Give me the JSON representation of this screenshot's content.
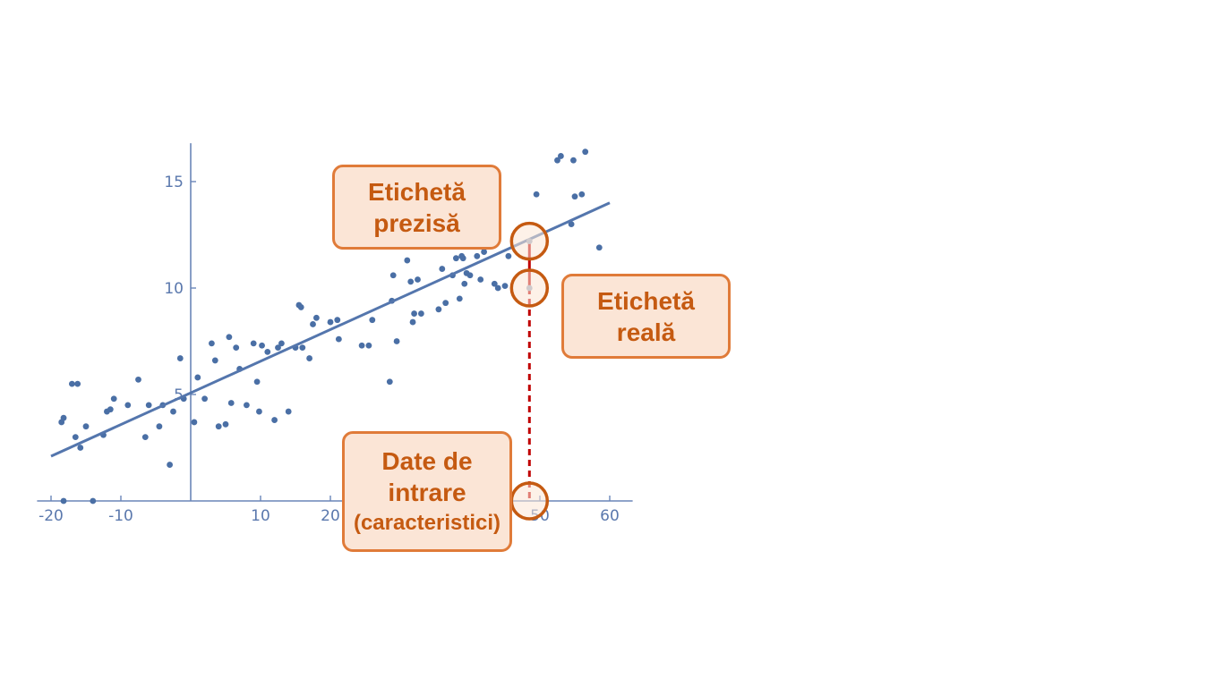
{
  "chart_data": {
    "type": "scatter",
    "title": "",
    "xlabel": "",
    "ylabel": "",
    "xlim": [
      -22,
      62
    ],
    "ylim": [
      0,
      16.8
    ],
    "x_ticks": [
      -20,
      -10,
      10,
      20,
      50,
      60
    ],
    "y_ticks": [
      5,
      10,
      15
    ],
    "grid": false,
    "points": [
      [
        -18.5,
        3.7
      ],
      [
        -18.2,
        3.9
      ],
      [
        -18.2,
        0.0
      ],
      [
        -17,
        5.5
      ],
      [
        -16.5,
        3.0
      ],
      [
        -16.2,
        5.5
      ],
      [
        -15.8,
        2.5
      ],
      [
        -15,
        3.5
      ],
      [
        -14,
        0.0
      ],
      [
        -12.5,
        3.1
      ],
      [
        -12,
        4.2
      ],
      [
        -11.5,
        4.3
      ],
      [
        -11,
        4.8
      ],
      [
        -9,
        4.5
      ],
      [
        -7.5,
        5.7
      ],
      [
        -6.5,
        3.0
      ],
      [
        -6,
        4.5
      ],
      [
        -4.5,
        3.5
      ],
      [
        -4,
        4.5
      ],
      [
        -3,
        1.7
      ],
      [
        -2.5,
        4.2
      ],
      [
        -1.5,
        6.7
      ],
      [
        -1,
        4.8
      ],
      [
        0.5,
        3.7
      ],
      [
        1,
        5.8
      ],
      [
        2,
        4.8
      ],
      [
        3,
        7.4
      ],
      [
        3.5,
        6.6
      ],
      [
        4,
        3.5
      ],
      [
        5,
        3.6
      ],
      [
        5.5,
        7.7
      ],
      [
        5.8,
        4.6
      ],
      [
        6.5,
        7.2
      ],
      [
        7,
        6.2
      ],
      [
        8,
        4.5
      ],
      [
        9,
        7.4
      ],
      [
        9.5,
        5.6
      ],
      [
        9.8,
        4.2
      ],
      [
        10.2,
        7.3
      ],
      [
        11,
        7.0
      ],
      [
        12,
        3.8
      ],
      [
        12.5,
        7.2
      ],
      [
        13,
        7.4
      ],
      [
        14,
        4.2
      ],
      [
        15,
        7.2
      ],
      [
        15.5,
        9.2
      ],
      [
        15.8,
        9.1
      ],
      [
        16,
        7.2
      ],
      [
        17,
        6.7
      ],
      [
        17.5,
        8.3
      ],
      [
        18,
        8.6
      ],
      [
        20,
        8.4
      ],
      [
        21,
        8.5
      ],
      [
        21.2,
        7.6
      ],
      [
        24.5,
        7.3
      ],
      [
        25.5,
        7.3
      ],
      [
        26,
        8.5
      ],
      [
        28.5,
        5.6
      ],
      [
        28.8,
        9.4
      ],
      [
        29,
        10.6
      ],
      [
        29.5,
        7.5
      ],
      [
        31,
        11.3
      ],
      [
        31.5,
        10.3
      ],
      [
        31.8,
        8.4
      ],
      [
        32,
        8.8
      ],
      [
        32.5,
        10.4
      ],
      [
        33,
        8.8
      ],
      [
        35.5,
        9.0
      ],
      [
        36,
        10.9
      ],
      [
        36.5,
        9.3
      ],
      [
        37.5,
        10.6
      ],
      [
        38,
        11.4
      ],
      [
        38.5,
        9.5
      ],
      [
        38.8,
        11.5
      ],
      [
        39,
        11.4
      ],
      [
        39.2,
        10.2
      ],
      [
        39.5,
        10.7
      ],
      [
        40,
        10.6
      ],
      [
        41,
        11.5
      ],
      [
        41.5,
        10.4
      ],
      [
        42,
        11.7
      ],
      [
        43.5,
        10.2
      ],
      [
        44,
        10.0
      ],
      [
        45,
        10.1
      ],
      [
        45.5,
        11.5
      ],
      [
        49.5,
        14.4
      ],
      [
        52.5,
        16.0
      ],
      [
        53,
        16.2
      ],
      [
        54.5,
        13.0
      ],
      [
        54.8,
        16.0
      ],
      [
        55,
        14.3
      ],
      [
        56,
        14.4
      ],
      [
        56.5,
        16.4
      ],
      [
        58.5,
        11.9
      ]
    ],
    "fit_line": {
      "x": [
        -20,
        60
      ],
      "y": [
        2.1,
        14.0
      ]
    },
    "target_point": {
      "x": 48.5,
      "y_actual": 10.0,
      "y_predicted": 12.2
    }
  },
  "annotations": {
    "predicted_label": [
      "Etichetă",
      "prezisă"
    ],
    "actual_label": [
      "Etichetă",
      "reală"
    ],
    "input_label": [
      "Date de",
      "intrare",
      "(caracteristici)"
    ]
  },
  "colors": {
    "points": "#4a6fa5",
    "axis": "#6a86b8",
    "fit_line": "#5476ad",
    "residual": "#c00000",
    "callout_fill": "#fbe5d6",
    "callout_border": "#e07b39",
    "callout_text": "#c55a11",
    "highlight_ring": "#c55a11"
  }
}
